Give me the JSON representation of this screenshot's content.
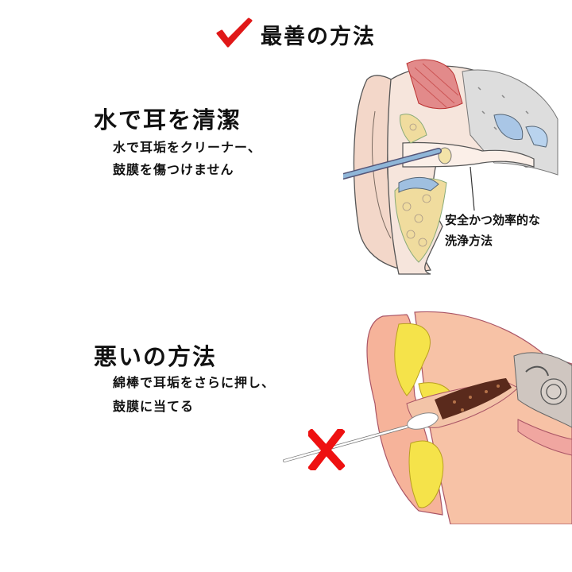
{
  "header": {
    "title": "最善の方法",
    "check_icon": "red-check-icon",
    "check_color": "#e01818"
  },
  "good_method": {
    "heading": "水で耳を清潔",
    "desc_line1": "水で耳垢をクリーナー、",
    "desc_line2": "鼓膜を傷つけません",
    "callout_line1": "安全かつ効率的な",
    "callout_line2": "洗浄方法"
  },
  "bad_method": {
    "heading": "悪いの方法",
    "desc_line1": "綿棒で耳垢をさらに押し、",
    "desc_line2": "鼓膜に当てる",
    "x_icon": "red-x-icon",
    "x_color": "#ee1111"
  }
}
